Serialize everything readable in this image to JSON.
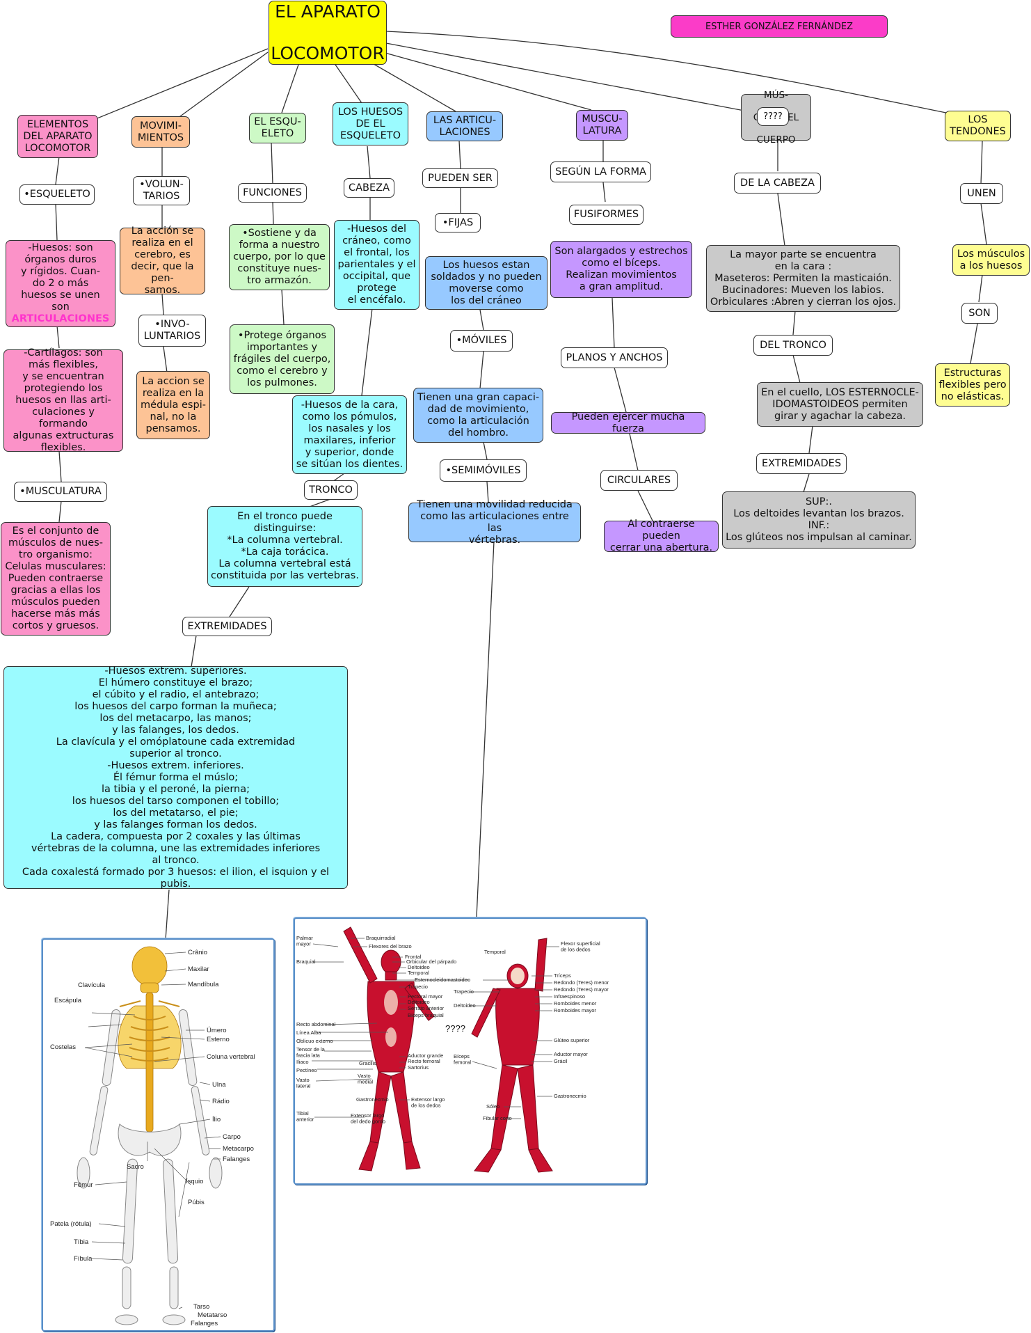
{
  "title": "EL APARATO\n\nLOCOMOTOR",
  "author": "ESTHER GONZÁLEZ FERNÁNDEZ",
  "elementos": {
    "header": "ELEMENTOS\nDEL APARATO\nLOCOMOTOR",
    "esqueleto": "•ESQUELETO",
    "huesos_text": "-Huesos: son\nórganos duros\ny rígidos. Cuan-\ndo 2 o más\nhuesos se unen\nson",
    "huesos_highlight": "ARTICULACIONES",
    "cartilagos": "-Cartílagos: son\nmás flexibles,\ny se encuentran\nprotegiendo los\nhuesos en llas arti-\nculaciones y formando\nalgunas extructuras\nflexibles.",
    "musculatura": "•MUSCULATURA",
    "musculatura_desc": "Es el conjunto de\nmúsculos de nues-\ntro organismo:\nCelulas musculares:\nPueden contraerse\ngracias a ellas los\nmúsculos pueden\nhacerse más más\ncortos y gruesos."
  },
  "movimientos": {
    "header": "MOVIMI-\nMIENTOS",
    "voluntarios": "•VOLUN-\nTARIOS",
    "voluntarios_desc": "La acción se\nrealiza en el\ncerebro, es\ndecir, que la pen-\nsamos.",
    "involuntarios": "•INVO-\nLUNTARIOS",
    "involuntarios_desc": "La accion se\nrealiza en la\nmédula espi-\nnal, no la\npensamos."
  },
  "esqueleto": {
    "header": "EL ESQU-\nELETO",
    "funciones": "FUNCIONES",
    "sostiene": "•Sostiene y da\nforma a nuestro\ncuerpo, por lo que\nconstituye nues-\ntro armazón.",
    "protege": "•Protege órganos\nimportantes y\nfrágiles del cuerpo,\ncomo el cerebro y\nlos pulmones."
  },
  "huesos": {
    "header": "LOS HUESOS\nDE EL\nESQUELETO",
    "cabeza": "CABEZA",
    "craneo": "-Huesos del\ncráneo, como\nel frontal, los\nparientales y el\noccipital, que\nprotege\nel encéfalo.",
    "cara": "-Huesos de la cara,\ncomo los pómulos,\nlos nasales y los\nmaxilares, inferior\ny superior, donde\nse sitúan los dientes.",
    "tronco": "TRONCO",
    "tronco_desc": "En el tronco puede\ndistinguirse:\n*La columna vertebral.\n*La caja torácica.\nLa columna vertebral está\nconstituida por las vertebras.",
    "extremidades": "EXTREMIDADES",
    "extremidades_desc": "-Huesos extrem. superiores.\nEl húmero constituye el brazo;\nel cúbito y el radio, el antebrazo;\nlos huesos del carpo forman la muñeca;\nlos del metacarpo, las manos;\ny las falanges, los dedos.\nLa clavícula y el omóplatoune cada extremidad\nsuperior al tronco.\n-Huesos extrem. inferiores.\nÉl fémur forma el múslo;\nla tibia y el peroné, la pierna;\nlos huesos del tarso componen el tobillo;\nlos del metatarso, el pie;\ny las falanges forman los dedos.\nLa cadera, compuesta por 2 coxales y las últimas\nvértebras de la columna, une las extremidades inferiores\nal tronco.\nCada coxalestá formado por 3 huesos: el ilion, el isquion y el pubis."
  },
  "articulaciones": {
    "header": "LAS ARTICU-\nLACIONES",
    "pueden_ser": "PUEDEN SER",
    "fijas": "•FIJAS",
    "fijas_desc": "Los huesos estan\nsoldados y no pueden\nmoverse como\nlos del cráneo",
    "moviles": "•MÓVILES",
    "moviles_desc": "Tienen una gran capaci-\ndad de movimiento,\ncomo la articulación\ndel hombro.",
    "semimoviles": "•SEMIMÓVILES",
    "semimoviles_desc": "Tienen una movilidad reducida\ncomo las articulaciones entre las\nvértebras."
  },
  "musculatura": {
    "header": "MUSCU-\nLATURA",
    "segun_forma": "SEGÚN LA FORMA",
    "fusiformes": "FUSIFORMES",
    "fusiformes_desc": "Son alargados y estrechos\ncomo el bíceps.\nRealizan movimientos\na gran amplitud.",
    "planos": "PLANOS Y ANCHOS",
    "planos_desc": "Pueden ejercer mucha fuerza",
    "circulares": "CIRCULARES",
    "circulares_desc": "Al contraerse pueden\ncerrar una abertura."
  },
  "musculos_cuerpo": {
    "header_line1": "MÚS-",
    "header_line2": "CU",
    "header_line2b": "EL",
    "header_line3": "CUERPO",
    "overlay": "????",
    "cabeza": "DE LA CABEZA",
    "cabeza_desc": "La mayor parte se encuentra\nen la cara :\nMaseteros: Permiten la masticaión.\nBucinadores: Mueven los labios.\nOrbiculares :Abren y cierran los ojos.",
    "tronco": "DEL TRONCO",
    "tronco_desc": "En el cuello, LOS ESTERNOCLE-\nIDOMASTOIDEOS permiten\ngirar y agachar la cabeza.",
    "extremidades": "EXTREMIDADES",
    "extremidades_desc": "SUP:.\nLos deltoides levantan los brazos.\nINF.:\nLos glúteos nos impulsan al caminar."
  },
  "tendones": {
    "header": "LOS\nTENDONES",
    "unen": "UNEN",
    "unen_desc": "Los músculos\na los huesos",
    "son": "SON",
    "son_desc": "Estructuras\nflexibles pero\nno elásticas."
  },
  "skeleton_figure": {
    "labels_right": [
      "Crânio",
      "Maxilar",
      "Mandíbula",
      "Úmero",
      "Esterno",
      "Coluna vertebral",
      "Ulna",
      "Rádio",
      "Ílio",
      "Carpo",
      "Metacarpo",
      "Falanges",
      "Tarso",
      "Metatarso",
      "Falanges"
    ],
    "labels_left": [
      "Clavícula",
      "Escápula",
      "Costelas",
      "Fêmur",
      "Patela (rótula)",
      "Tíbia",
      "Fíbula"
    ],
    "labels_middle": [
      "Sacro",
      "Ísquio",
      "Púbis"
    ]
  },
  "muscle_figure": {
    "center_text": "????",
    "front_left": [
      "Palmar\nmayor",
      "Braquial",
      "Recto abdominal",
      "Línea Alba",
      "Oblicuo externo",
      "Tensor de la\nfascia lata",
      "Iliaco",
      "Pectíneo",
      "Vasto\nlateral",
      "Tibial\nanterior"
    ],
    "front_right": [
      "Braquirradial",
      "Flexores del brazo",
      "Frontal",
      "Orbicular del párpado",
      "Deltoideo",
      "Temporal",
      "Esternocleidomastoideo",
      "Trapecio",
      "Pectoral mayor",
      "Deltoideo",
      "Serrato anterior",
      "Bíceps braquial",
      "Aductor grande",
      "Recto femoral",
      "Sartorius",
      "Extensor largo\nde los dedos"
    ],
    "front_bottom": [
      "Gracilis",
      "Vasto\nmedial",
      "Gastronecmio",
      "Extensor largo\ndel dedo gordo"
    ],
    "back_left": [
      "Temporal",
      "Trapecio",
      "Deltoideo",
      "Bíceps\nfemoral"
    ],
    "back_right": [
      "Flexor superficial\nde los dedos",
      "Tríceps",
      "Redondo (Teres) menor",
      "Redondo (Teres) mayor",
      "Infraespinoso",
      "Romboides menor",
      "Romboides mayor",
      "Glúteo superior",
      "Aductor mayor",
      "Grácil",
      "Gastronecmio",
      "Sóleo",
      "Fibular corto"
    ]
  },
  "colors": {
    "title": "#fcfc00",
    "author": "#fb3cc8",
    "pink": "#fb92c8",
    "orange": "#fdc396",
    "green": "#cdf9c6",
    "cyan": "#9bfbff",
    "blue": "#97c9ff",
    "purple": "#c597ff",
    "gray": "#cacaca",
    "yellow": "#fefd92",
    "highlight": "#ff33cc",
    "bone": "#f4c542",
    "muscle": "#c8102e"
  }
}
